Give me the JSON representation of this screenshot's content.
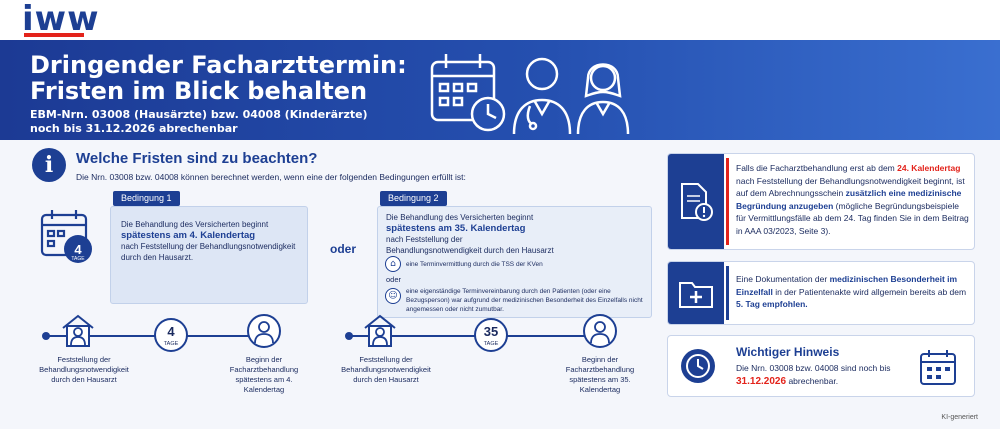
{
  "brand": {
    "logo": "iww",
    "accent": "#e3231b",
    "primary": "#1d3f93"
  },
  "hero": {
    "title": "Dringender Facharzttermin: Fristen im Blick behalten",
    "subtitle_line1": "EBM-Nrn. 03008 (Hausärzte) bzw. 04008 (Kinderärzte)",
    "subtitle_line2": "noch bis 31.12.2026 abrechenbar",
    "icons": [
      "calendar-clock-icon",
      "male-doctor-icon",
      "female-doctor-icon"
    ]
  },
  "section": {
    "title": "Welche Fristen sind zu beachten?",
    "intro": "Die Nrn. 03008 bzw. 04008 können berechnet werden, wenn eine der folgenden Bedingungen erfüllt ist:"
  },
  "cond1": {
    "tag": "Bedingung 1",
    "text1": "Die Behandlung des Versicherten beginnt",
    "highlight": "spätestens am 4. Kalendertag",
    "text2": "nach Feststellung der Behandlungsnotwendigkeit durch den Hausarzt.",
    "calendar_num": "4",
    "calendar_unit": "TAGE"
  },
  "oder": "oder",
  "cond2": {
    "tag": "Bedingung 2",
    "text1": "Die Behandlung des Versicherten beginnt",
    "highlight": "spätestens am 35. Kalendertag",
    "text2": "nach Feststellung der Behandlungsnotwendigkeit durch den Hausarzt und",
    "option1": "eine Terminvermittlung durch die TSS der KVen",
    "or_small": "oder",
    "option2": "eine eigenständige Terminvereinbarung durch den Patienten (oder eine Bezugsperson) war aufgrund der medizinischen Besonderheit des Einzelfalls nicht angemessen oder nicht zumutbar."
  },
  "timeline1": {
    "badge_num": "4",
    "badge_unit": "TAGE",
    "start_label": "Feststellung der Behandlungsnotwendigkeit durch den Hausarzt",
    "end_label": "Beginn der Facharztbehandlung spätestens am 4. Kalendertag"
  },
  "timeline2": {
    "badge_num": "35",
    "badge_unit": "TAGE",
    "start_label": "Feststellung der Behandlungsnotwendigkeit durch den Hausarzt",
    "end_label": "Beginn der Facharztbehandlung spätestens am 35. Kalendertag"
  },
  "panel1": {
    "t1": "Falls die Facharztbehandlung erst ab dem ",
    "red1": "24. Kalendertag",
    "t2": " nach Feststellung der Behandlungsnotwendigkeit beginnt, ist auf dem Abrechnungsschein ",
    "blue1": "zusätzlich eine medizinische Begründung anzugeben",
    "t3": " (mögliche Begründungsbeispiele für Vermittlungsfälle ab dem 24. Tag finden Sie in dem Beitrag in AAA 03/2023, Seite 3)."
  },
  "panel2": {
    "t1": "Eine Dokumentation der ",
    "blue1": "medizinischen Besonderheit im Einzelfall",
    "t2": " in der Patientenakte wird allgemein bereits ab dem ",
    "blue2": "5. Tag empfohlen."
  },
  "panel3": {
    "title": "Wichtiger Hinweis",
    "t1": "Die Nrn. 03008 bzw. 04008 sind noch bis",
    "red1": "31.12.2026",
    "t2": "abrechenbar."
  },
  "footer": {
    "ki": "KI-generiert"
  }
}
